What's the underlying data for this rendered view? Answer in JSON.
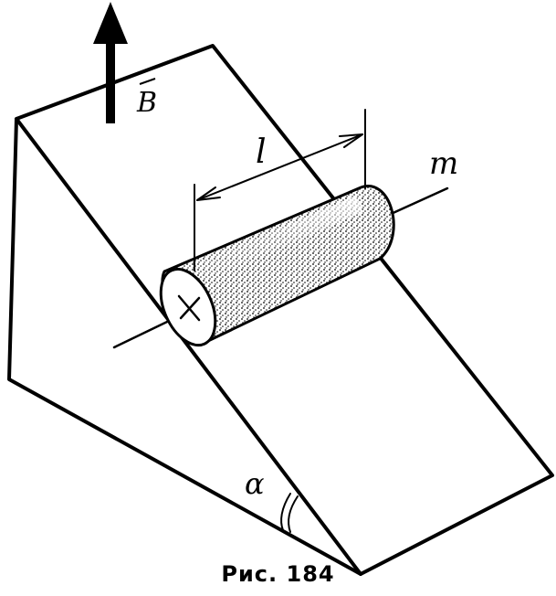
{
  "labels": {
    "field": "B",
    "length": "l",
    "mass": "m",
    "angle": "α"
  },
  "caption": "Рис. 184",
  "colors": {
    "ink": "#000000",
    "background": "#ffffff"
  }
}
